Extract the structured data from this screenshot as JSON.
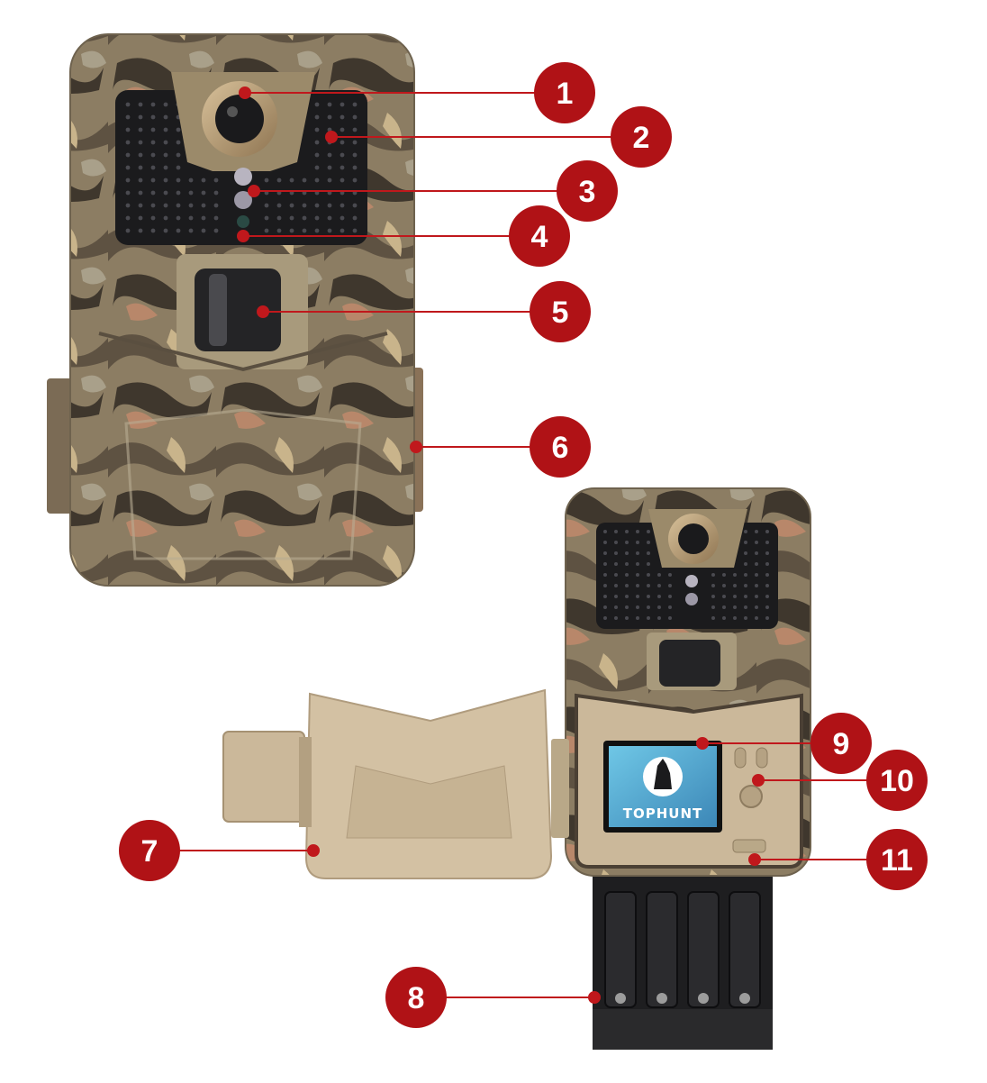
{
  "colors": {
    "callout": "#b01216",
    "callout_line": "#c0181c",
    "camo_base": "#8a7a60",
    "shell_tan": "#cbb89a",
    "ir_panel": "#1b1b1d"
  },
  "callouts": [
    {
      "id": 1,
      "label": "1"
    },
    {
      "id": 2,
      "label": "2"
    },
    {
      "id": 3,
      "label": "3"
    },
    {
      "id": 4,
      "label": "4"
    },
    {
      "id": 5,
      "label": "5"
    },
    {
      "id": 6,
      "label": "6"
    },
    {
      "id": 7,
      "label": "7"
    },
    {
      "id": 8,
      "label": "8"
    },
    {
      "id": 9,
      "label": "9"
    },
    {
      "id": 10,
      "label": "10"
    },
    {
      "id": 11,
      "label": "11"
    }
  ],
  "screen": {
    "brand": "TOPHUNT",
    "logo_icon": "howling-wolf-icon"
  }
}
